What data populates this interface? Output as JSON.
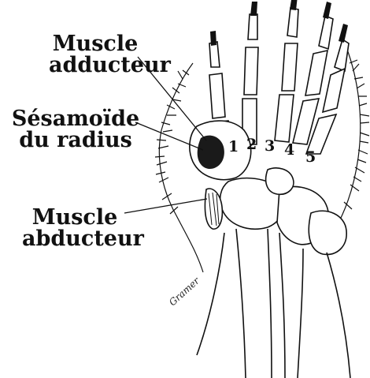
{
  "labels": {
    "adductor_line1": "Muscle",
    "adductor_line2": "adducteur",
    "sesamoid_line1": "Sésamoïde",
    "sesamoid_line2": "du radius",
    "abductor_line1": "Muscle",
    "abductor_line2": "abducteur"
  },
  "digits": [
    "1",
    "2",
    "3",
    "4",
    "5"
  ],
  "signature": "Gramer"
}
